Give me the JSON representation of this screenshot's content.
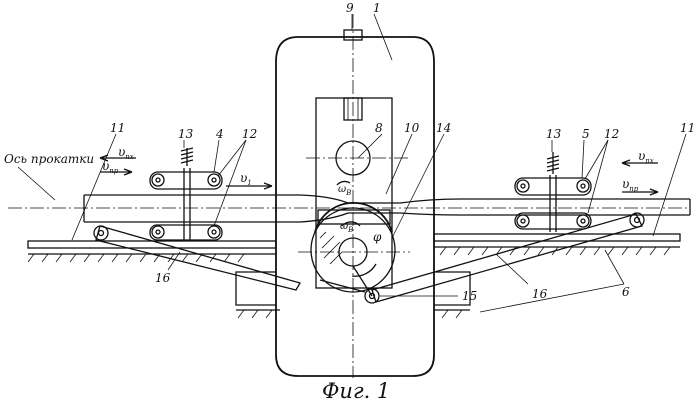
{
  "figure": {
    "caption": "Фиг. 1",
    "axis_label": "Ось прокатки",
    "numbers": {
      "n1": "1",
      "n4": "4",
      "n5": "5",
      "n6": "6",
      "n8": "8",
      "n9": "9",
      "n10": "10",
      "n11_left": "11",
      "n11_right": "11",
      "n12_left": "12",
      "n12_right": "12",
      "n13_left": "13",
      "n13_right": "13",
      "n14": "14",
      "n15": "15",
      "n16_left": "16",
      "n16_right": "16"
    },
    "symbols": {
      "v_px_left": "υ",
      "v_px_left_sub": "пх",
      "v_pr_left": "υ",
      "v_pr_left_sub": "пр",
      "v1": "υ",
      "v1_sub": "1",
      "v_px_right": "υ",
      "v_px_right_sub": "пх",
      "v_pr_right": "υ",
      "v_pr_right_sub": "пр",
      "omega_top": "ω",
      "omega_top_sub": "В",
      "omega_bottom": "ω",
      "omega_bottom_sub": "В",
      "phi": "φ"
    }
  }
}
